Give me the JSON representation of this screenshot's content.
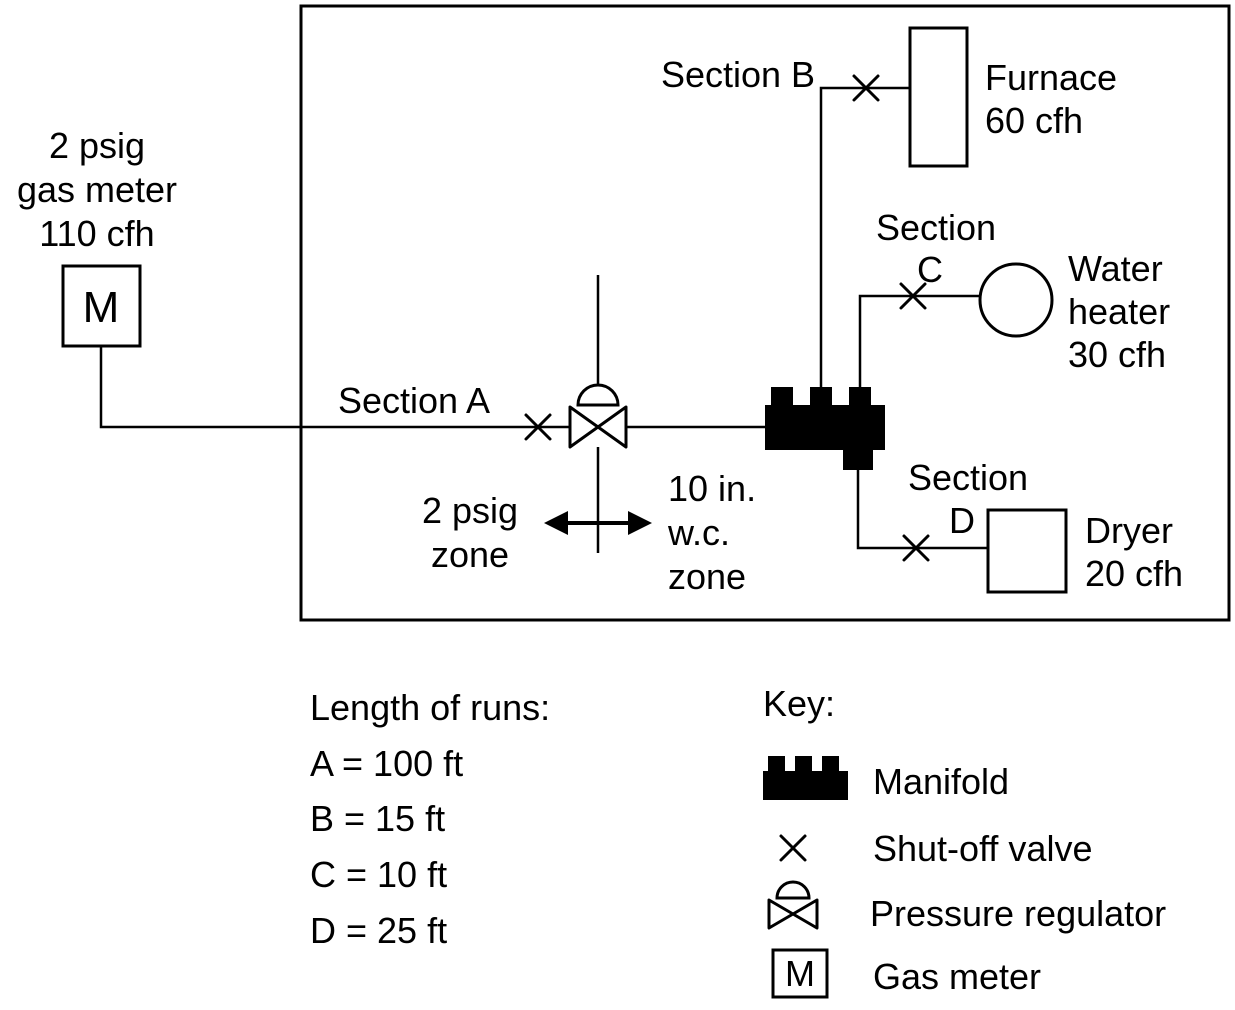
{
  "meter": {
    "caption_line1": "2 psig",
    "caption_line2": "gas meter",
    "caption_line3": "110 cfh",
    "symbol": "M"
  },
  "sections": {
    "a": "Section A",
    "b": "Section B",
    "c_line1": "Section",
    "c_line2": "C",
    "d_line1": "Section",
    "d_line2": "D"
  },
  "zones": {
    "left_line1": "2 psig",
    "left_line2": "zone",
    "right_line1": "10 in.",
    "right_line2": "w.c.",
    "right_line3": "zone"
  },
  "appliances": {
    "furnace_line1": "Furnace",
    "furnace_line2": "60 cfh",
    "water_heater_line1": "Water",
    "water_heater_line2": "heater",
    "water_heater_line3": "30 cfh",
    "dryer_line1": "Dryer",
    "dryer_line2": "20 cfh"
  },
  "length_of_runs": {
    "title": "Length of runs:",
    "runs": [
      "A = 100 ft",
      "B = 15 ft",
      "C = 10 ft",
      "D = 25 ft"
    ]
  },
  "key": {
    "title": "Key:",
    "manifold_label": "Manifold",
    "shutoff_label": "Shut-off valve",
    "regulator_label": "Pressure regulator",
    "meter_label": "Gas meter",
    "meter_symbol": "M"
  },
  "colors": {
    "ink": "#000000",
    "background": "#ffffff"
  }
}
